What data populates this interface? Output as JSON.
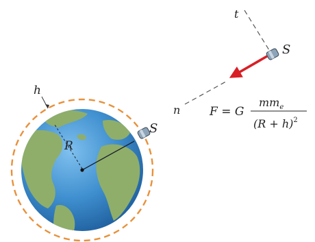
{
  "labels": {
    "altitude": "h",
    "radius": "R",
    "satellite_upper": "S",
    "satellite_lower": "S",
    "tangential_axis": "t",
    "normal_axis": "n"
  },
  "formula": {
    "lhs": "F = G",
    "numerator_base": "mm",
    "numerator_subscript": "e",
    "denominator_base": "(R + h)",
    "denominator_exponent": "2"
  },
  "colors": {
    "ocean": "#3f8fcf",
    "ocean_dark": "#2a6fb0",
    "land": "#8fae6a",
    "orbit": "#e8913a",
    "force_arrow": "#d81f26",
    "satellite": "#8da3b8",
    "ink": "#222222"
  }
}
